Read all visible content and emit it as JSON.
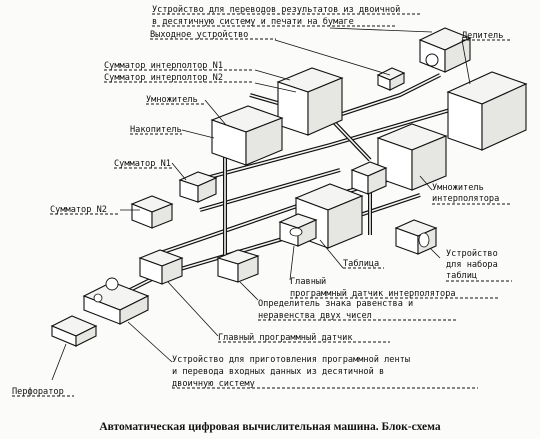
{
  "labels": {
    "printer_device_1": "Устройство для переводов результатов из двоичной",
    "printer_device_2": "в десятичную систему и печати на бумаге",
    "output_device": "Выходное устройство",
    "divider": "Делитель",
    "interp_adder_1": "Сумматор интерполтор N1",
    "interp_adder_2": "Сумматор интерполтор N2",
    "multiplier": "Умножитель",
    "accumulator": "Накопитель",
    "adder_1": "Сумматор N1",
    "adder_2": "Сумматор N2",
    "interp_multiplier_1": "Умножитель",
    "interp_multiplier_2": "интерполятора",
    "table": "Таблица",
    "table_set_device_1": "Устройство",
    "table_set_device_2": "для набора",
    "table_set_device_3": "таблиц",
    "main_interp_sensor_1": "Главный",
    "main_interp_sensor_2": "программный датчик интерполятора",
    "equality_detector_1": "Определитель знака равенства и",
    "equality_detector_2": "неравенства двух чисел",
    "main_program_sensor": "Главный программный датчик",
    "tape_device_1": "Устройство для приготовления программной ленты",
    "tape_device_2": "и перевода входных данных из десятичной в",
    "tape_device_3": "двоичную систему",
    "perforator": "Перфоратор"
  },
  "caption": "Автоматическая цифровая вычислительная машина. Блок-схема"
}
